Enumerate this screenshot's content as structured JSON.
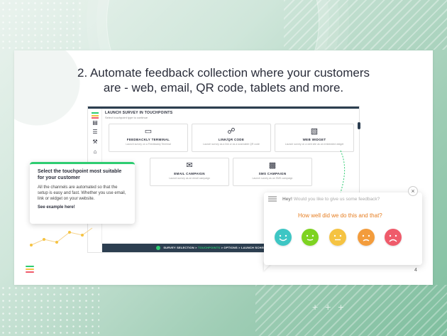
{
  "slide": {
    "headline_line1": "2. Automate feedback collection where your customers",
    "headline_line2": "are - web, email, QR code, tablets and more.",
    "page_number": "4"
  },
  "app": {
    "title": "LAUNCH SURVEY IN TOUCHPOINTS",
    "subtitle": "Select touchpoint type to continue",
    "touchpoints": [
      {
        "icon": "tablet-icon",
        "name": "FEEDBACKLY TERMINAL",
        "desc": "Launch survey on a Feedbackly Terminal"
      },
      {
        "icon": "qr-link-icon",
        "name": "LINK/QR CODE",
        "desc": "Launch survey as a link or as a scannable QR code"
      },
      {
        "icon": "web-widget-icon",
        "name": "WEB WIDGET",
        "desc": "Launch survey on a web site as an embedded widget"
      },
      {
        "icon": "email-icon",
        "name": "EMAIL CAMPAIGN",
        "desc": "Launch survey as an email campaign"
      },
      {
        "icon": "sms-icon",
        "name": "SMS CAMPAIGN",
        "desc": "Launch survey as an SMS campaign"
      }
    ],
    "steps": {
      "step_num": "2",
      "step1": "SURVEY SELECTION",
      "sep": ">",
      "step2": "TOUCHPOINTS",
      "step3": "OPTIONS",
      "step4": "LAUNCH SCHEDULE"
    },
    "side_icons": [
      "document-icon",
      "list-icon",
      "tools-icon",
      "building-icon"
    ]
  },
  "tooltip": {
    "title": "Select the touchpoint most suitable for your customer",
    "body": "All the channels are automated so that the setup is easy and fast. Whether you use email, link or widget on your website.",
    "link": "See example here!"
  },
  "widget": {
    "greeting": "Hey!",
    "question": "Would you like to give us some feedback?",
    "ask": "How well did we do this and that?",
    "close": "×",
    "faces": [
      {
        "name": "face-very-happy",
        "color": "#3ec6c4"
      },
      {
        "name": "face-happy",
        "color": "#7ed321"
      },
      {
        "name": "face-neutral",
        "color": "#f5c342"
      },
      {
        "name": "face-sad",
        "color": "#f39c3c"
      },
      {
        "name": "face-very-sad",
        "color": "#ef5b6b"
      }
    ]
  },
  "colors": {
    "brand_green": "#2ecc71",
    "dark_navy": "#2c3e50",
    "accent_orange": "#e67e22"
  }
}
